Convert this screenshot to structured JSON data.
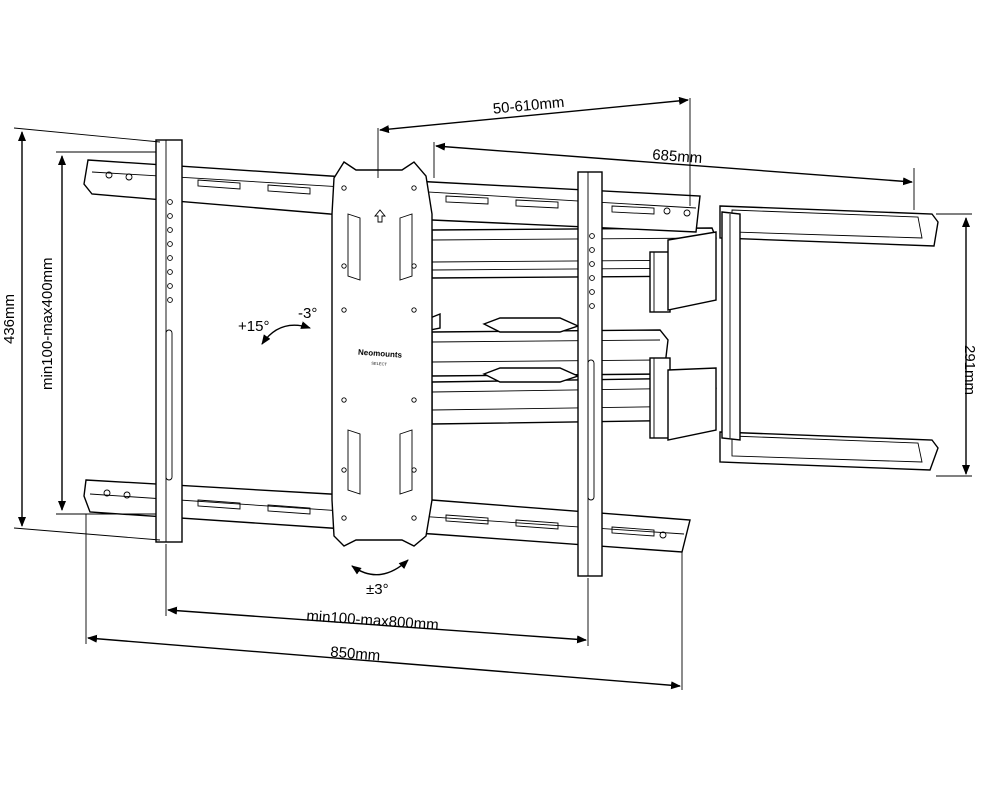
{
  "brand": {
    "name": "Neomounts",
    "sub": "SELECT"
  },
  "dimensions": {
    "arm_extension": "50-610mm",
    "arm_width": "685mm",
    "wall_plate_height": "291mm",
    "total_height": "436mm",
    "vesa_vertical": "min100-max400mm",
    "vesa_horizontal": "min100-max800mm",
    "total_width": "850mm"
  },
  "angles": {
    "tilt_up": "+15°",
    "tilt_down": "-3°",
    "rotation": "±3°"
  },
  "colors": {
    "line": "#000000",
    "fill": "#ffffff",
    "dark": "#1a1a1a"
  }
}
